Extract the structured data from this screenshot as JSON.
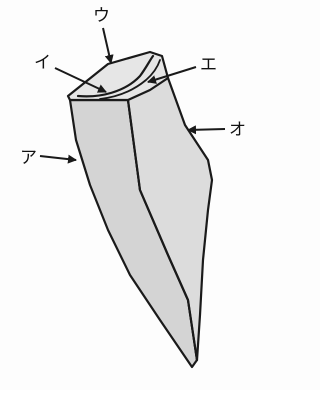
{
  "figure": {
    "labels": {
      "a": "ア",
      "i": "イ",
      "u": "ウ",
      "e": "エ",
      "o": "オ"
    },
    "colors": {
      "fill": "#d4d4d4",
      "fill_light": "#e6e6e6",
      "stroke": "#1a1a1a",
      "background": "#fdfdfd"
    }
  }
}
